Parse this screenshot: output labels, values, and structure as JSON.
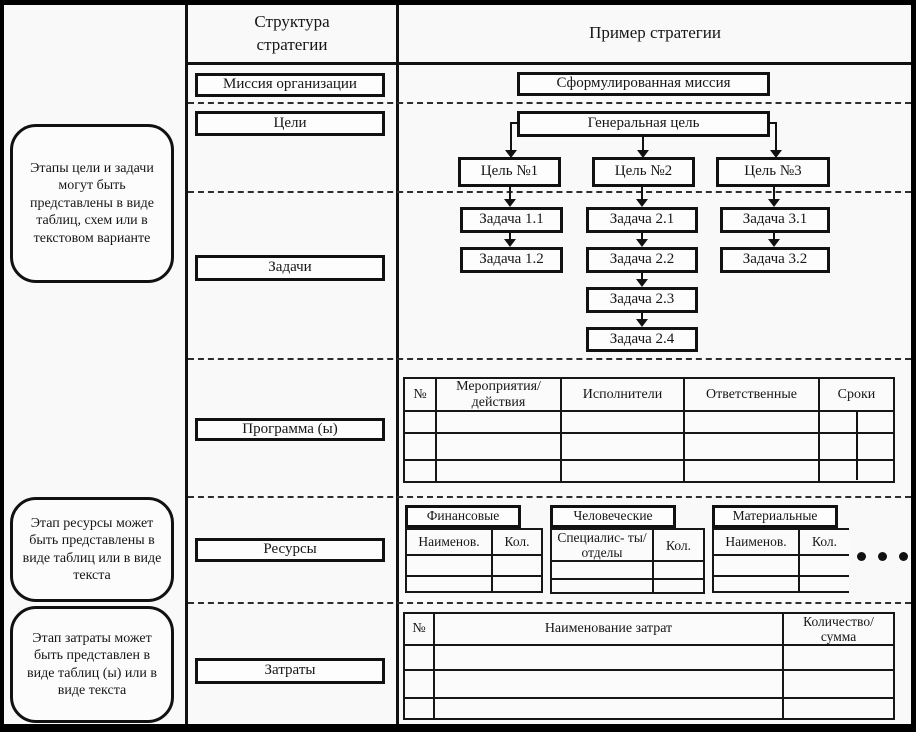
{
  "header": {
    "structure": "Структура стратегии",
    "example": "Пример стратегии"
  },
  "notes": [
    "Этапы цели и задачи могут быть представлены в виде таблиц, схем или в текстовом варианте",
    "Этап ресурсы может быть представлены в виде таблиц или в виде текста",
    "Этап затраты может быть представлен в виде таблиц (ы) или в виде текста"
  ],
  "structure": {
    "mission": "Миссия организации",
    "goals": "Цели",
    "tasks": "Задачи",
    "program": "Программа (ы)",
    "resources": "Ресурсы",
    "costs": "Затраты"
  },
  "flow": {
    "mission": "Сформулированная миссия",
    "general_goal": "Генеральная цель",
    "goals": [
      "Цель №1",
      "Цель №2",
      "Цель №3"
    ],
    "tasks1": [
      "Задача 1.1",
      "Задача 1.2"
    ],
    "tasks2": [
      "Задача 2.1",
      "Задача 2.2",
      "Задача 2.3",
      "Задача 2.4"
    ],
    "tasks3": [
      "Задача 3.1",
      "Задача 3.2"
    ]
  },
  "program_table": {
    "headers": [
      "№",
      "Мероприятия/ действия",
      "Исполнители",
      "Ответственные",
      "Сроки"
    ]
  },
  "resource_tables": [
    {
      "title": "Финансовые",
      "name_col": "Наименов.",
      "qty_col": "Кол."
    },
    {
      "title": "Человеческие",
      "name_col": "Специалис- ты/отделы",
      "qty_col": "Кол."
    },
    {
      "title": "Материальные",
      "name_col": "Наименов.",
      "qty_col": "Кол."
    }
  ],
  "resources_ellipsis": "• • •",
  "costs_table": {
    "headers": [
      "№",
      "Наименование затрат",
      "Количество/ сумма"
    ]
  },
  "colors": {
    "line": "#111111",
    "background": "#f9f9f9"
  }
}
